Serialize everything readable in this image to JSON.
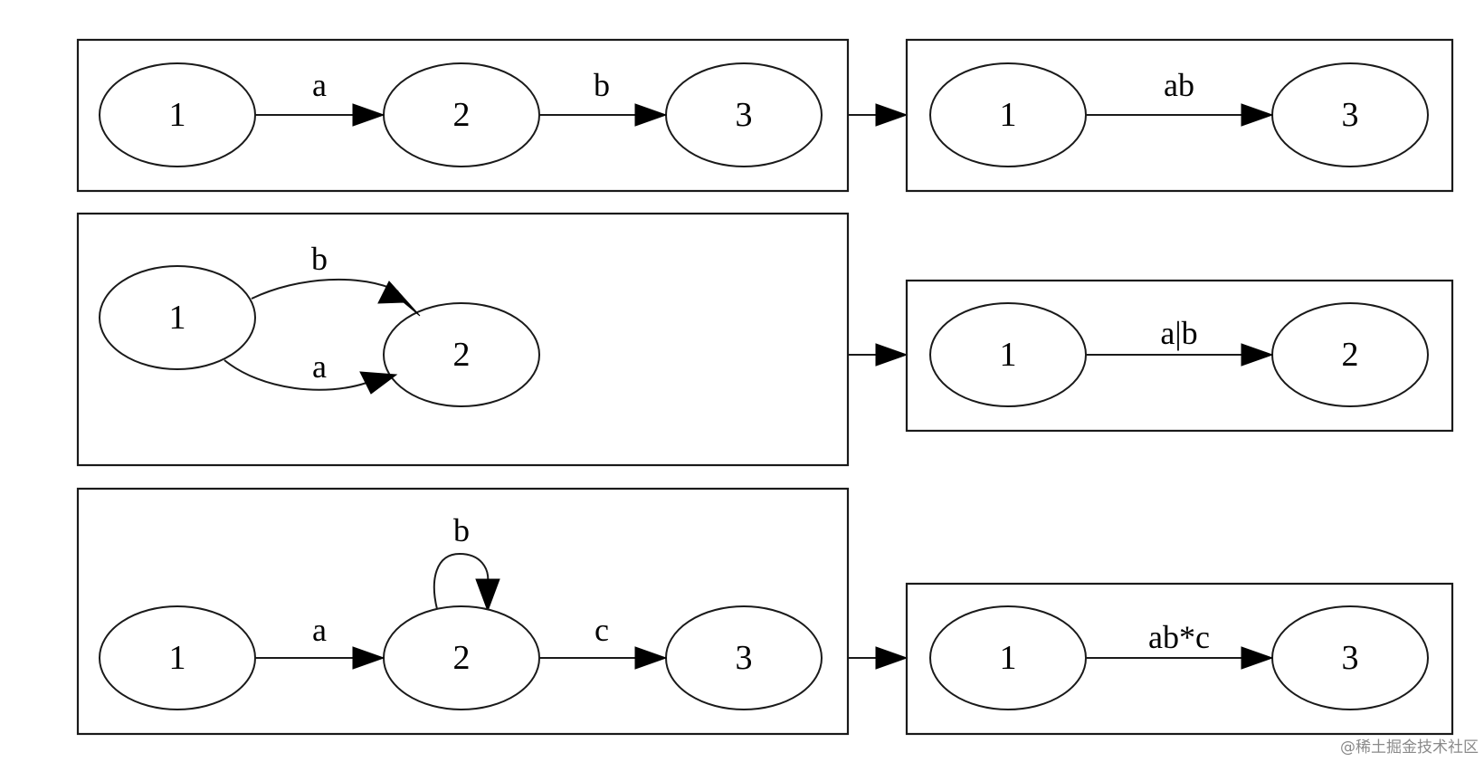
{
  "diagram": {
    "rows": [
      {
        "before": {
          "nodes": [
            "1",
            "2",
            "3"
          ],
          "edges": [
            {
              "from": "1",
              "to": "2",
              "label": "a"
            },
            {
              "from": "2",
              "to": "3",
              "label": "b"
            }
          ]
        },
        "after": {
          "nodes": [
            "1",
            "3"
          ],
          "edges": [
            {
              "from": "1",
              "to": "3",
              "label": "ab"
            }
          ]
        }
      },
      {
        "before": {
          "nodes": [
            "1",
            "2"
          ],
          "edges": [
            {
              "from": "1",
              "to": "2",
              "label": "b"
            },
            {
              "from": "1",
              "to": "2",
              "label": "a"
            }
          ]
        },
        "after": {
          "nodes": [
            "1",
            "2"
          ],
          "edges": [
            {
              "from": "1",
              "to": "2",
              "label": "a|b"
            }
          ]
        }
      },
      {
        "before": {
          "nodes": [
            "1",
            "2",
            "3"
          ],
          "edges": [
            {
              "from": "1",
              "to": "2",
              "label": "a"
            },
            {
              "from": "2",
              "to": "2",
              "label": "b"
            },
            {
              "from": "2",
              "to": "3",
              "label": "c"
            }
          ]
        },
        "after": {
          "nodes": [
            "1",
            "3"
          ],
          "edges": [
            {
              "from": "1",
              "to": "3",
              "label": "ab*c"
            }
          ]
        }
      }
    ]
  },
  "watermark": "@稀土掘金技术社区"
}
